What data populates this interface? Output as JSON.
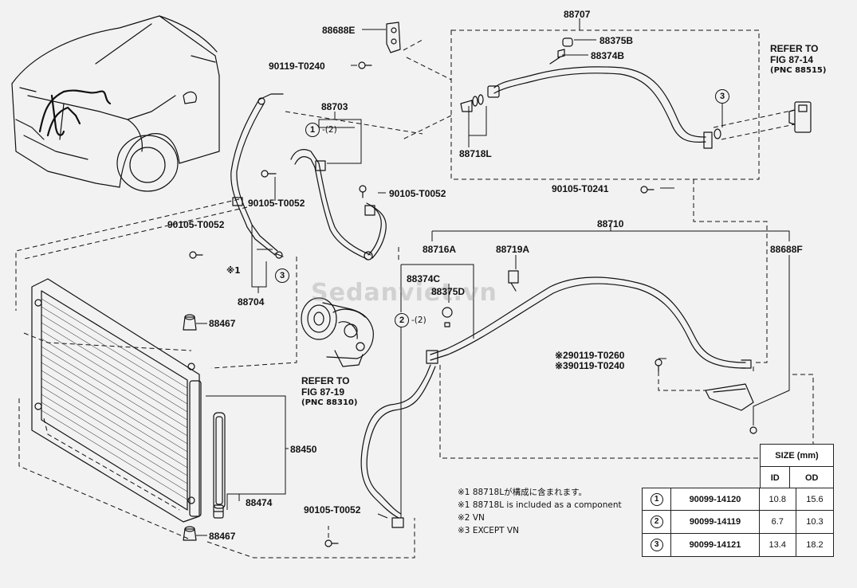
{
  "watermark": "Sedanviet.vn",
  "labels": {
    "p88688E": "88688E",
    "p90119_T0240": "90119-T0240",
    "p88703": "88703",
    "p88707": "88707",
    "p88375B": "88375B",
    "p88374B": "88374B",
    "p88718L": "88718L",
    "refer_87_14": "REFER TO",
    "refer_87_14_fig": "FIG 87-14",
    "refer_87_14_pnc": "(PNC 88515)",
    "p90105_T0241": "90105-T0241",
    "p90105_T0052_a": "90105-T0052",
    "p90105_T0052_b": "90105-T0052",
    "p90105_T0052_c": "90105-T0052",
    "p90105_T0052_d": "90105-T0052",
    "p88710": "88710",
    "p88716A": "88716A",
    "p88719A": "88719A",
    "p88688F": "88688F",
    "p88374C": "88374C",
    "p88375D": "88375D",
    "note1_mark": "※1",
    "p88704": "88704",
    "p88467_a": "88467",
    "p88467_b": "88467",
    "refer_87_19": "REFER TO",
    "refer_87_19_fig": "FIG 87-19",
    "refer_87_19_pnc": "(PNC 88310)",
    "p290119": "※290119-T0260",
    "p390119": "※390119-T0240",
    "p88450": "88450",
    "p88474": "88474",
    "callout_1_suffix": "-(2)",
    "callout_2_suffix": "-(2)"
  },
  "callouts": {
    "one": "1",
    "two": "2",
    "three": "3"
  },
  "notes": [
    "※1 88718Lが構成に含まれます。",
    "※1 88718L is included as a component",
    "※2 VN",
    "※3 EXCEPT VN"
  ],
  "size_table": {
    "title": "SIZE (mm)",
    "col_id": "ID",
    "col_od": "OD",
    "rows": [
      {
        "mark": "1",
        "part": "90099-14120",
        "id": "10.8",
        "od": "15.6"
      },
      {
        "mark": "2",
        "part": "90099-14119",
        "id": "6.7",
        "od": "10.3"
      },
      {
        "mark": "3",
        "part": "90099-14121",
        "id": "13.4",
        "od": "18.2"
      }
    ]
  }
}
